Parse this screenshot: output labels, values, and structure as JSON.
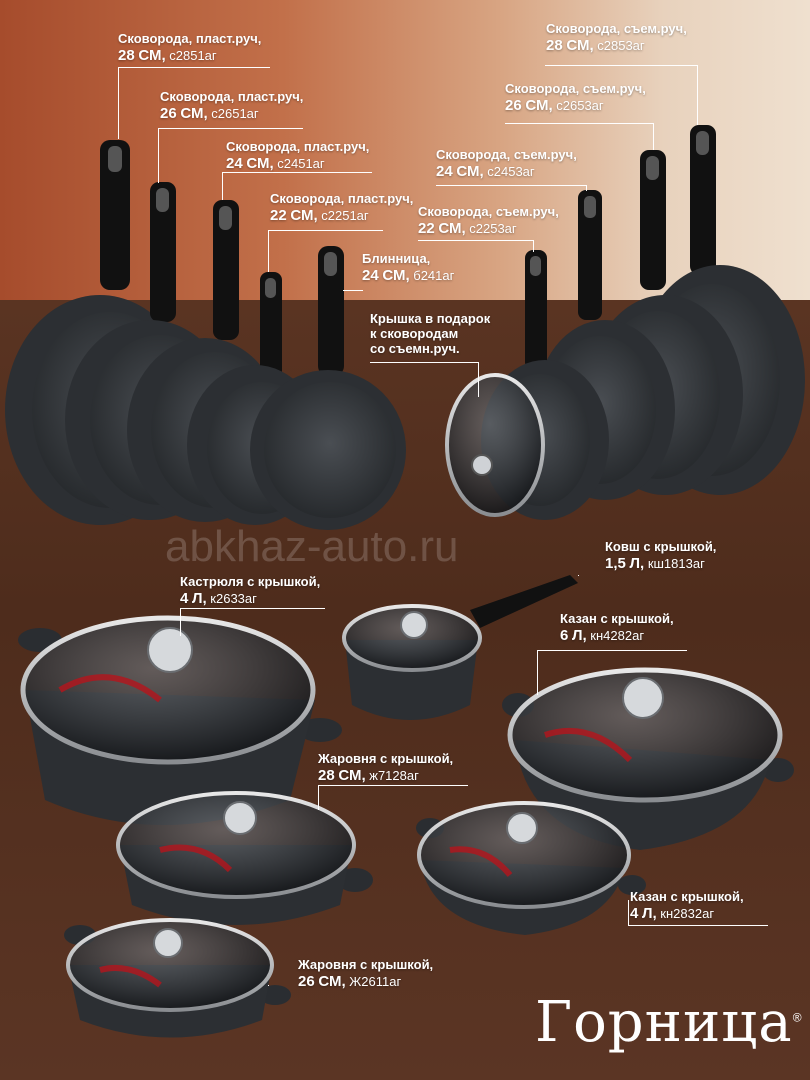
{
  "colors": {
    "top_left": "#a64c2c",
    "top_right": "#efe0cf",
    "floor": "#4e2c1c",
    "pan": "#2f3236",
    "label": "#ffffff"
  },
  "labels": {
    "p28": {
      "title": "Сковорода, пласт.руч,",
      "size": "28",
      "unit": "СМ,",
      "code": "с2851аг"
    },
    "p26": {
      "title": "Сковорода, пласт.руч,",
      "size": "26",
      "unit": "СМ,",
      "code": "с2651аг"
    },
    "p24": {
      "title": "Сковорода, пласт.руч,",
      "size": "24",
      "unit": "СМ,",
      "code": "с2451аг"
    },
    "p22": {
      "title": "Сковорода, пласт.руч,",
      "size": "22",
      "unit": "СМ,",
      "code": "с2251аг"
    },
    "bl24": {
      "title": "Блинница,",
      "size": "24",
      "unit": "СМ,",
      "code": "б241аг"
    },
    "s28": {
      "title": "Сковорода, съем.руч,",
      "size": "28",
      "unit": "СМ,",
      "code": "с2853аг"
    },
    "s26": {
      "title": "Сковорода, съем.руч,",
      "size": "26",
      "unit": "СМ,",
      "code": "с2653аг"
    },
    "s24": {
      "title": "Сковорода, съем.руч,",
      "size": "24",
      "unit": "СМ,",
      "code": "с2453аг"
    },
    "s22": {
      "title": "Сковорода, съем.руч,",
      "size": "22",
      "unit": "СМ,",
      "code": "с2253аг"
    },
    "lid": {
      "line1": "Крышка в подарок",
      "line2": "к сковородам",
      "line3": "со съемн.руч."
    },
    "kovsh": {
      "title": "Ковш с крышкой,",
      "size": "1,5",
      "unit": "Л,",
      "code": "кш1813аг"
    },
    "kastr": {
      "title": "Кастрюля с крышкой,",
      "size": "4",
      "unit": "Л,",
      "code": "к2633аг"
    },
    "kazan6": {
      "title": "Казан с крышкой,",
      "size": "6",
      "unit": "Л,",
      "code": "кн4282аг"
    },
    "zhar28": {
      "title": "Жаровня с крышкой,",
      "size": "28",
      "unit": "СМ,",
      "code": "ж7128аг"
    },
    "kazan4": {
      "title": "Казан с крышкой,",
      "size": "4",
      "unit": "Л,",
      "code": "кн2832аг"
    },
    "zhar26": {
      "title": "Жаровня с крышкой,",
      "size": "26",
      "unit": "СМ,",
      "code": "Ж2611аг"
    }
  },
  "watermark": "abkhaz-auto.ru",
  "logo": {
    "text": "Горница",
    "mark": "®"
  }
}
